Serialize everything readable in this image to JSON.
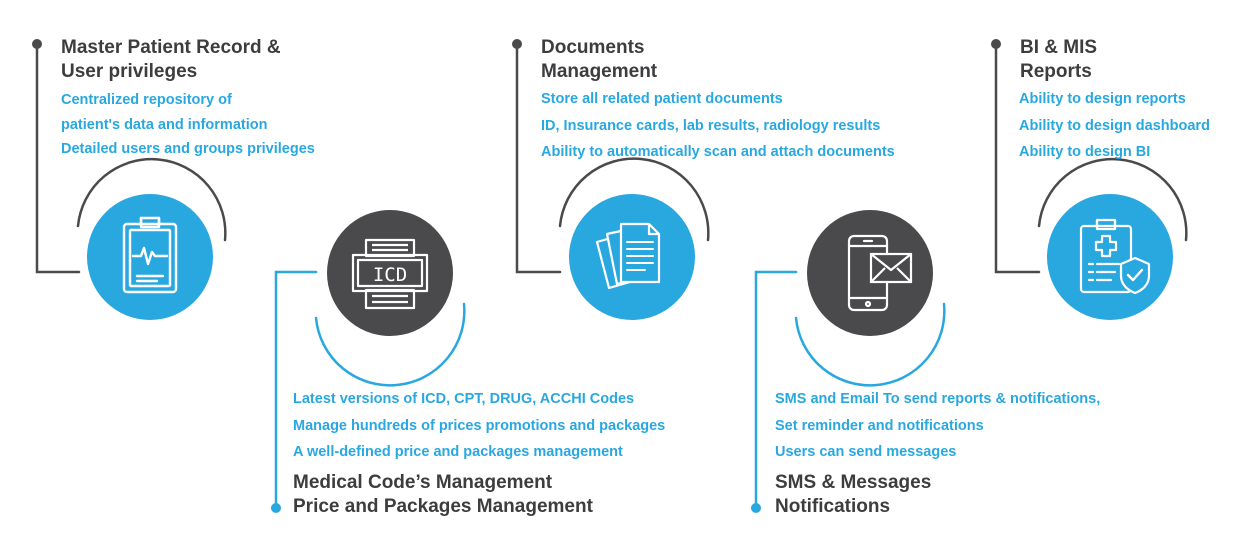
{
  "accent_blue": "#29a8e0",
  "accent_dark": "#4a4a4c",
  "modules": [
    {
      "title_lines": [
        "Master Patient Record &",
        "User privileges"
      ],
      "bullets": [
        "Centralized repository of",
        "patient's data and information",
        "Detailed users and groups privileges"
      ],
      "icon": "clipboard-heartbeat-icon",
      "circle_color": "blue"
    },
    {
      "title_lines": [
        "Medical Code’s Management",
        "Price and Packages Management"
      ],
      "bullets": [
        "Latest versions of ICD, CPT, DRUG, ACCHI Codes",
        "Manage hundreds of prices promotions and packages",
        "A well-defined price and packages management"
      ],
      "icon": "icd-codes-icon",
      "icon_text": "ICD",
      "circle_color": "dark"
    },
    {
      "title_lines": [
        "Documents",
        "Management"
      ],
      "bullets": [
        "Store all related patient documents",
        "ID, Insurance cards, lab results, radiology results",
        "Ability to automatically scan and attach documents"
      ],
      "icon": "documents-icon",
      "circle_color": "blue"
    },
    {
      "title_lines": [
        "SMS & Messages",
        "Notifications"
      ],
      "bullets": [
        "SMS and Email To send reports & notifications,",
        "Set reminder and notifications",
        "Users can send messages"
      ],
      "icon": "phone-mail-icon",
      "circle_color": "dark"
    },
    {
      "title_lines": [
        "BI & MIS",
        "Reports"
      ],
      "bullets": [
        "Ability to design  reports",
        "Ability to design  dashboard",
        "Ability to design  BI"
      ],
      "icon": "medical-report-shield-icon",
      "circle_color": "blue"
    }
  ]
}
